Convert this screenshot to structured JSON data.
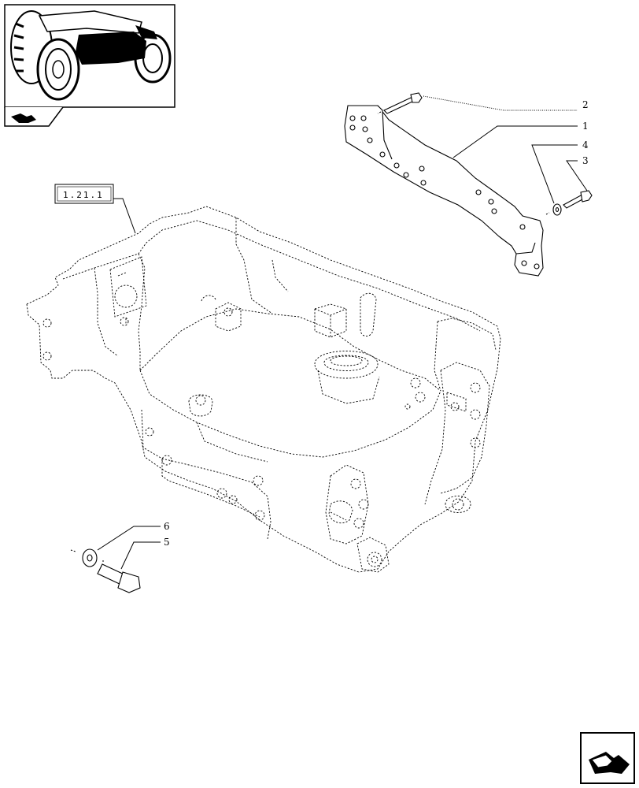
{
  "reference_box": {
    "text": "1.21.1"
  },
  "callouts": [
    {
      "id": "c2",
      "number": "2"
    },
    {
      "id": "c1",
      "number": "1"
    },
    {
      "id": "c4",
      "number": "4"
    },
    {
      "id": "c3",
      "number": "3"
    },
    {
      "id": "c6",
      "number": "6"
    },
    {
      "id": "c5",
      "number": "5"
    }
  ],
  "icons": {
    "thumbnail": "tractor-front-thumbnail",
    "section_tab": "nav-arrow-tab-icon",
    "next_page": "next-page-arrow-icon"
  }
}
